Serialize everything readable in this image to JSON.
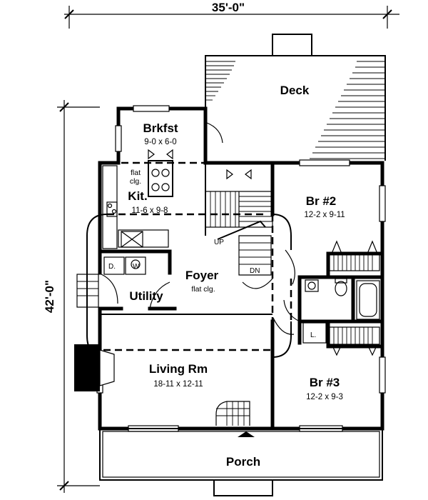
{
  "dimensions": {
    "width": "35'-0\"",
    "depth": "42'-0\""
  },
  "rooms": {
    "deck": {
      "name": "Deck"
    },
    "breakfast": {
      "name": "Brkfst",
      "size": "9-0 x 6-0"
    },
    "kitchen": {
      "name": "Kit.",
      "size": "11-6 x 9-8",
      "note_line1": "flat",
      "note_line2": "clg."
    },
    "bedroom2": {
      "name": "Br #2",
      "size": "12-2 x 9-11"
    },
    "foyer": {
      "name": "Foyer",
      "note": "flat clg."
    },
    "utility": {
      "name": "Utility"
    },
    "living": {
      "name": "Living Rm",
      "size": "18-11 x 12-11"
    },
    "bedroom3": {
      "name": "Br #3",
      "size": "12-2 x 9-3"
    },
    "porch": {
      "name": "Porch"
    }
  },
  "fixtures": {
    "dryer": "D.",
    "washer": "W",
    "stair_up": "UP",
    "stair_down": "DN",
    "linen": "L."
  }
}
